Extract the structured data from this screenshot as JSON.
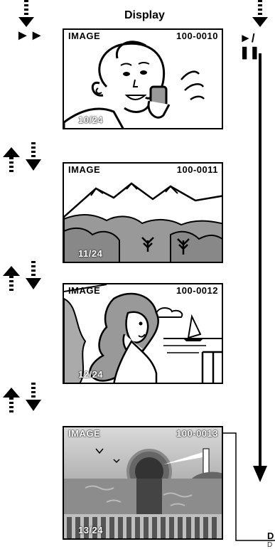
{
  "title": "Display",
  "buttons": {
    "fast_forward": "►►",
    "play_pause": "►/❚❚"
  },
  "frames": [
    {
      "label": "IMAGE",
      "number": "100-0010",
      "count": "10/24",
      "scene": "woman-drinking"
    },
    {
      "label": "IMAGE",
      "number": "100-0011",
      "count": "11/24",
      "scene": "mountains"
    },
    {
      "label": "IMAGE",
      "number": "100-0012",
      "count": "12/24",
      "scene": "woman-seaside"
    },
    {
      "label": "IMAGE",
      "number": "100-0013",
      "count": "13/24",
      "scene": "sunset-sea"
    }
  ],
  "callout": {
    "letter": "D",
    "subletter": "D"
  }
}
